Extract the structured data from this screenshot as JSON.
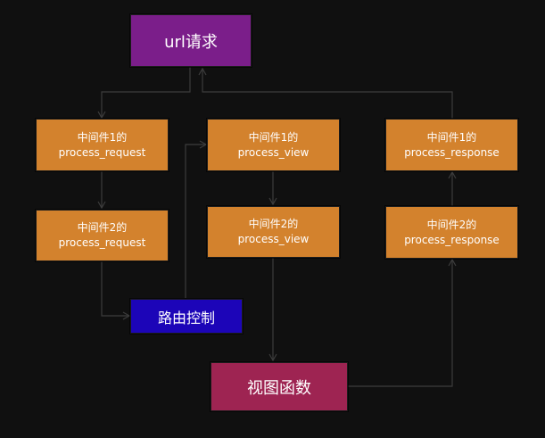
{
  "colors": {
    "background": "#101010",
    "url_request": "#7b1e8a",
    "middleware": "#d3822d",
    "router": "#1c05b8",
    "view_function": "#9e2452",
    "edge": "#3c3c3c"
  },
  "nodes": {
    "url_request": "url请求",
    "req1": {
      "line1": "中间件1的",
      "line2": "process_request"
    },
    "req2": {
      "line1": "中间件2的",
      "line2": "process_request"
    },
    "view1": {
      "line1": "中间件1的",
      "line2": "process_view"
    },
    "view2": {
      "line1": "中间件2的",
      "line2": "process_view"
    },
    "resp1": {
      "line1": "中间件1的",
      "line2": "process_response"
    },
    "resp2": {
      "line1": "中间件2的",
      "line2": "process_response"
    },
    "router": "路由控制",
    "view_function": "视图函数"
  },
  "edges": [
    {
      "from": "url_request",
      "to": "req1"
    },
    {
      "from": "req1",
      "to": "req2"
    },
    {
      "from": "req2",
      "to": "router"
    },
    {
      "from": "router",
      "to": "view1"
    },
    {
      "from": "view1",
      "to": "view2"
    },
    {
      "from": "view2",
      "to": "view_function"
    },
    {
      "from": "view_function",
      "to": "resp2"
    },
    {
      "from": "resp2",
      "to": "resp1"
    },
    {
      "from": "resp1",
      "to": "url_request"
    }
  ]
}
